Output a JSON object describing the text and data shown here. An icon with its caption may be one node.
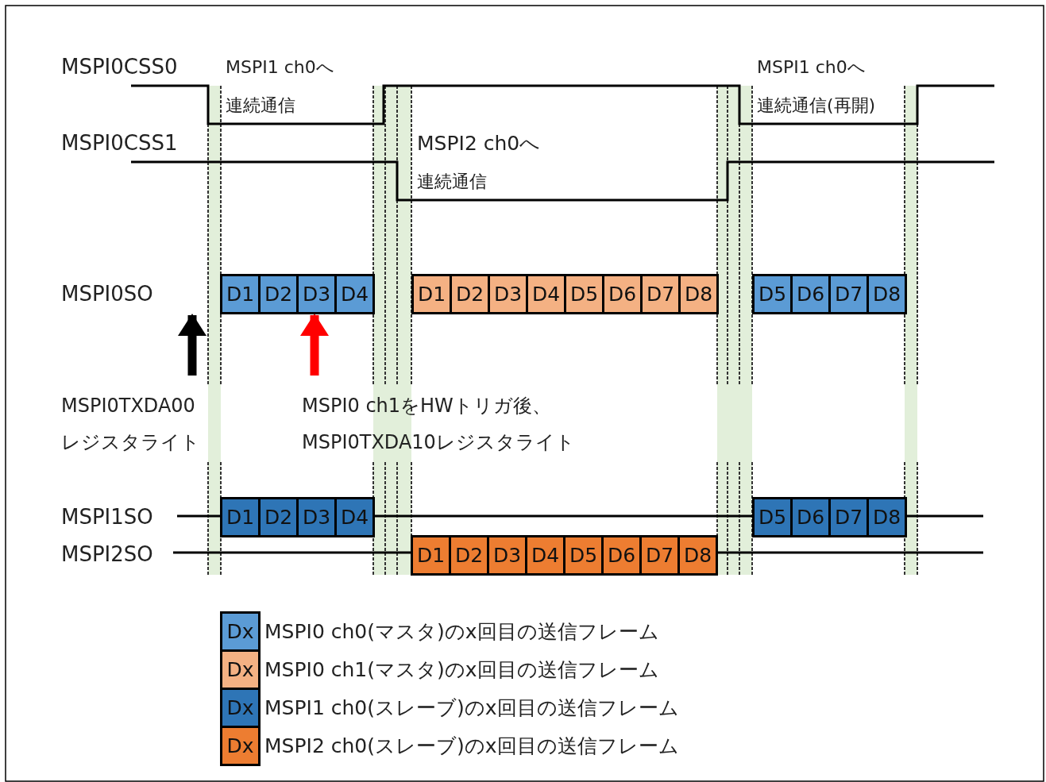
{
  "diagram": {
    "nodes": [
      {
        "text": [
          "D1"
        ]
      },
      {
        "text": [
          "D2"
        ]
      },
      {
        "text": [
          "D3"
        ]
      },
      {
        "text": [
          "D4"
        ]
      },
      {
        "text": [
          "D1"
        ]
      },
      {
        "text": [
          "D2"
        ]
      },
      {
        "text": [
          "D3"
        ]
      },
      {
        "text": [
          "D4"
        ]
      },
      {
        "text": [
          "D5"
        ]
      },
      {
        "text": [
          "D6"
        ]
      },
      {
        "text": [
          "D7"
        ]
      },
      {
        "text": [
          "D8"
        ]
      },
      {
        "text": [
          "D5"
        ]
      },
      {
        "text": [
          "D6"
        ]
      },
      {
        "text": [
          "D7"
        ]
      },
      {
        "text": [
          "D8"
        ]
      },
      {
        "text": [
          "MSPI0TXDA00 レジスタライト"
        ]
      },
      {
        "text": [
          "MSPI0 ch1をHWトリガ後、 MSPI0TXDA10レジスタライト"
        ]
      },
      {
        "text": [
          "D1"
        ]
      },
      {
        "text": [
          "D2"
        ]
      },
      {
        "text": [
          "D3"
        ]
      },
      {
        "text": [
          "D4"
        ]
      },
      {
        "text": [
          "D5"
        ]
      },
      {
        "text": [
          "D6"
        ]
      },
      {
        "text": [
          "D7"
        ]
      },
      {
        "text": [
          "D8"
        ]
      },
      {
        "text": [
          "D1"
        ]
      },
      {
        "text": [
          "D2"
        ]
      },
      {
        "text": [
          "D3"
        ]
      },
      {
        "text": [
          "D4"
        ]
      },
      {
        "text": [
          "D5"
        ]
      },
      {
        "text": [
          "D6"
        ]
      },
      {
        "text": [
          "D7"
        ]
      },
      {
        "text": [
          "D8"
        ]
      }
    ],
    "edges": [
      {
        "from": 16,
        "to": 0,
        "arrow": "to"
      },
      {
        "from": 17,
        "to": 2,
        "arrow": "to",
        "color": "#ff0000"
      }
    ],
    "labels": [
      "MSPI0CSS0",
      "MSPI1 ch0へ",
      "MSPI1 ch0へ",
      "連続通信",
      "連続通信(再開)",
      "MSPI0CSS1",
      "MSPI2 ch0へ",
      "連続通信",
      "MSPI0SO",
      "MSPI1SO",
      "MSPI2SO",
      "Dx",
      "Dx",
      "Dx",
      "Dx"
    ],
    "legend": [
      {
        "text": "MSPI0 ch0(マスタ)のx回目の送信フレーム",
        "color": "#5b9bd5"
      },
      {
        "text": "MSPI0 ch1(マスタ)のx回目の送信フレーム",
        "color": "#f4b183"
      },
      {
        "text": "MSPI1 ch0(スレーブ)のx回目の送信フレーム",
        "color": "#2e75b6"
      },
      {
        "text": "MSPI2 ch0(スレーブ)のx回目の送信フレーム",
        "color": "#ed7d31"
      }
    ]
  }
}
